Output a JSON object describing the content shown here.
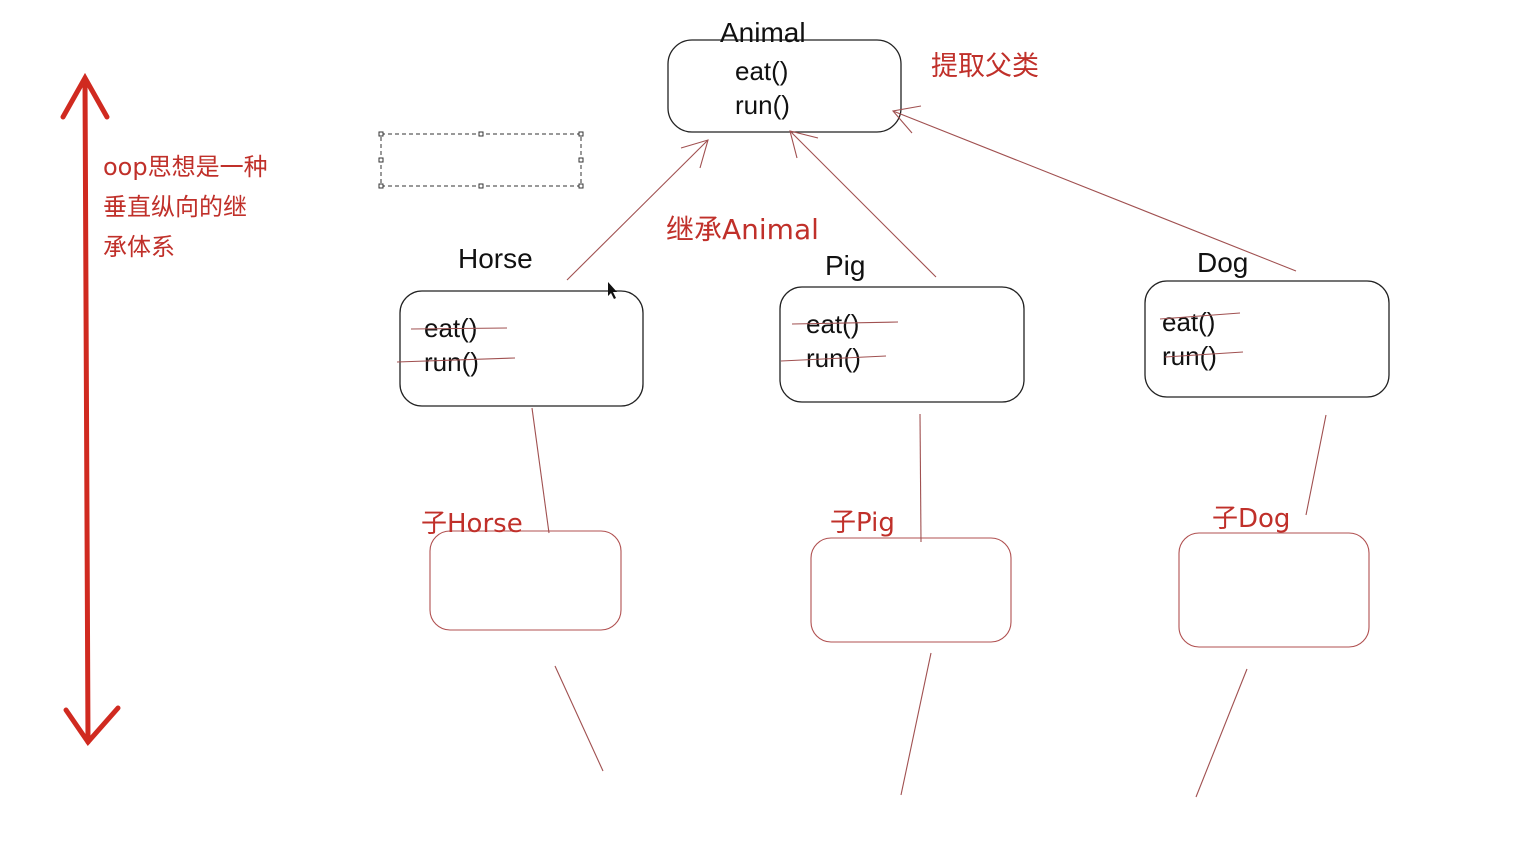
{
  "side_note": {
    "lines": [
      "oop思想是一种",
      "垂直纵向的继",
      "承体系"
    ]
  },
  "parent": {
    "title": "Animal",
    "methods": [
      "eat()",
      "run()"
    ],
    "annotation": "提取父类"
  },
  "inherit_label": "继承Animal",
  "children": [
    {
      "title": "Horse",
      "methods": [
        "eat()",
        "run()"
      ],
      "sub_label": "子Horse"
    },
    {
      "title": "Pig",
      "methods": [
        "eat()",
        "run()"
      ],
      "sub_label": "子Pig"
    },
    {
      "title": "Dog",
      "methods": [
        "eat()",
        "run()"
      ],
      "sub_label": "子Dog"
    }
  ],
  "colors": {
    "annotation": "#c0302a",
    "arrow": "#d02a20",
    "lines": "#a05050"
  }
}
